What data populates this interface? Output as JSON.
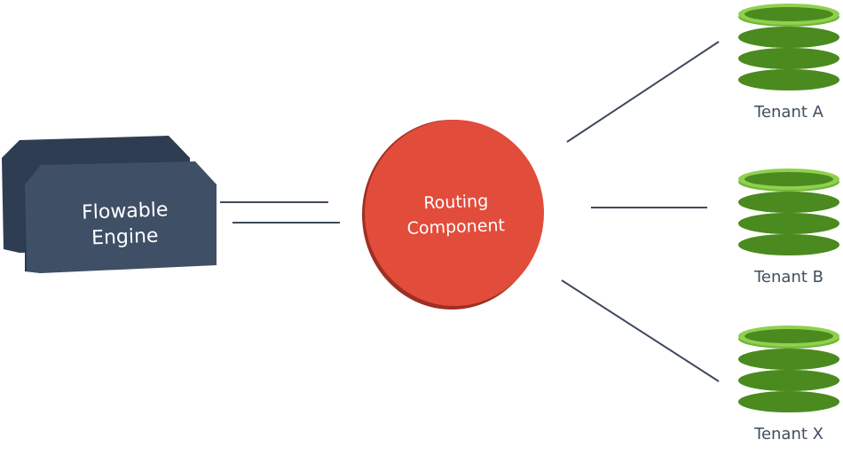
{
  "engine": {
    "label_line1": "Flowable",
    "label_line2": "Engine",
    "color_front": "#3e4f66",
    "color_back": "#2e3d52"
  },
  "router": {
    "label_line1": "Routing",
    "label_line2": "Component",
    "color": "#e24c3b",
    "shadow_color": "#9e2f24"
  },
  "tenants": [
    {
      "label": "Tenant A"
    },
    {
      "label": "Tenant B"
    },
    {
      "label": "Tenant X"
    }
  ],
  "database_colors": {
    "light": "#8fd14f",
    "mid": "#6fb634",
    "dark": "#4b8a1f"
  },
  "connector_color": "#3e4a5c"
}
